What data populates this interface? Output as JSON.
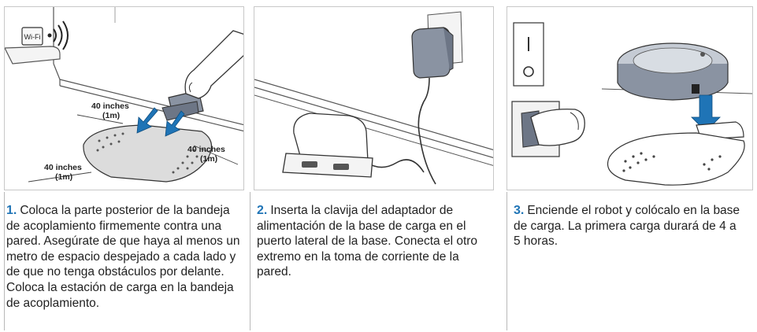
{
  "steps": [
    {
      "number": "1.",
      "text": "Coloca la parte posterior de la bandeja de acoplamiento firmemente contra una pared. Asegúrate de que haya al menos un metro de espacio despejado a cada lado y de que no tenga obstáculos por delante. Coloca la estación de carga en la bandeja de acoplamiento."
    },
    {
      "number": "2.",
      "text": "Inserta la clavija del adaptador de alimentación de la base de carga en el puerto lateral de la base. Conecta el otro extremo en la toma de corriente de la pared."
    },
    {
      "number": "3.",
      "text": "Enciende el robot y colócalo en la base de carga. La primera carga durará de 4 a 5 horas."
    }
  ],
  "panel1": {
    "wifi_label": "Wi-Fi",
    "dim_side_top": "40 inches",
    "dim_side_top_m": "(1m)",
    "dim_right": "40 inches",
    "dim_right_m": "(1m)",
    "dim_left": "40 inches",
    "dim_left_m": "(1m)"
  },
  "colors": {
    "accent": "#1f74b6",
    "arrow": "#1f74b6",
    "device": "#8a93a2",
    "outline": "#333333"
  }
}
